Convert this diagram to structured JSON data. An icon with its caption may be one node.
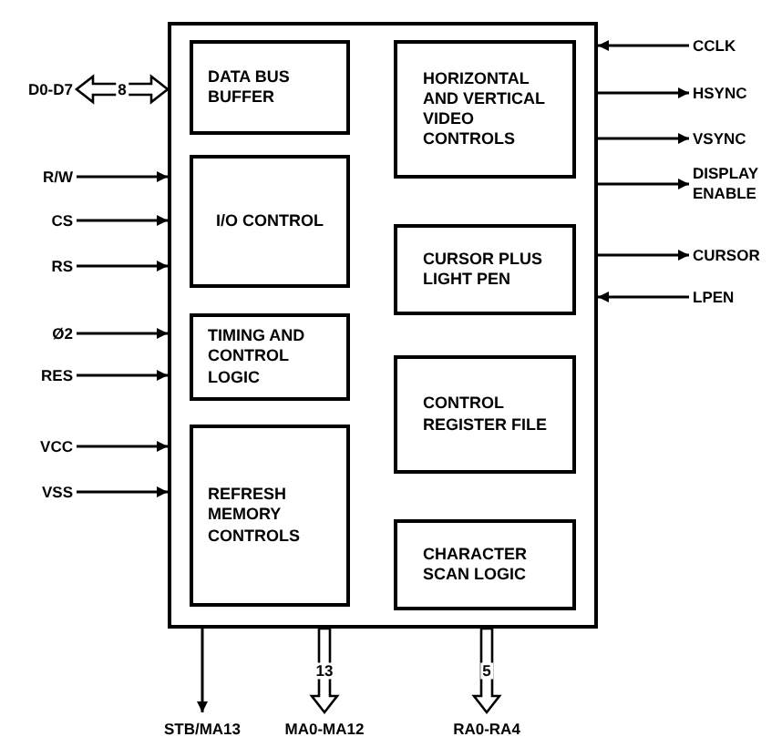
{
  "diagram": {
    "nodes": [
      {
        "text": [],
        "shape": "box"
      },
      {
        "text": [
          "DATA BUS BUFFER"
        ],
        "in": 0
      },
      {
        "text": [
          "I/O CONTROL"
        ],
        "in": 0
      },
      {
        "text": [
          "TIMING AND CONTROL LOGIC"
        ],
        "in": 0
      },
      {
        "text": [
          "REFRESH MEMORY CONTROLS"
        ],
        "in": 0
      },
      {
        "text": [
          "HORIZONTAL AND VERTICAL VIDEO CONTROLS"
        ],
        "in": 0
      },
      {
        "text": [
          "CURSOR PLUS LIGHT PEN"
        ],
        "in": 0
      },
      {
        "text": [
          "CONTROL REGISTER FILE"
        ],
        "in": 0
      },
      {
        "text": [
          "CHARACTER SCAN LOGIC"
        ],
        "in": 0
      },
      {
        "text": [
          "D0-D7"
        ]
      },
      {
        "text": [
          "R/W"
        ]
      },
      {
        "text": [
          "CS"
        ]
      },
      {
        "text": [
          "RS"
        ]
      },
      {
        "text": [
          "Ø2"
        ]
      },
      {
        "text": [
          "RES"
        ]
      },
      {
        "text": [
          "VCC"
        ]
      },
      {
        "text": [
          "VSS"
        ]
      },
      {
        "text": [
          "CCLK"
        ]
      },
      {
        "text": [
          "HSYNC"
        ]
      },
      {
        "text": [
          "VSYNC"
        ]
      },
      {
        "text": [
          "DISPLAY ENABLE"
        ]
      },
      {
        "text": [
          "CURSOR"
        ]
      },
      {
        "text": [
          "LPEN"
        ]
      },
      {
        "text": [
          "STB/MA13"
        ]
      },
      {
        "text": [
          "MA0-MA12"
        ]
      },
      {
        "text": [
          "RA0-RA4"
        ]
      }
    ],
    "edges": [
      {
        "from": 9,
        "to": 0,
        "arrow": "both",
        "label": "8",
        "style": "thick"
      },
      {
        "from": 10,
        "to": 0,
        "arrow": "to"
      },
      {
        "from": 11,
        "to": 0,
        "arrow": "to"
      },
      {
        "from": 12,
        "to": 0,
        "arrow": "to"
      },
      {
        "from": 13,
        "to": 0,
        "arrow": "to"
      },
      {
        "from": 14,
        "to": 0,
        "arrow": "to"
      },
      {
        "from": 15,
        "to": 0,
        "arrow": "to"
      },
      {
        "from": 16,
        "to": 0,
        "arrow": "to"
      },
      {
        "from": 17,
        "to": 0,
        "arrow": "to"
      },
      {
        "from": 0,
        "to": 18,
        "arrow": "to"
      },
      {
        "from": 0,
        "to": 19,
        "arrow": "to"
      },
      {
        "from": 0,
        "to": 20,
        "arrow": "to"
      },
      {
        "from": 0,
        "to": 21,
        "arrow": "to"
      },
      {
        "from": 22,
        "to": 0,
        "arrow": "to"
      },
      {
        "from": 0,
        "to": 23,
        "arrow": "to"
      },
      {
        "from": 0,
        "to": 24,
        "arrow": "to",
        "label": "13",
        "style": "thick"
      },
      {
        "from": 0,
        "to": 25,
        "arrow": "to",
        "label": "5",
        "style": "thick"
      }
    ]
  }
}
